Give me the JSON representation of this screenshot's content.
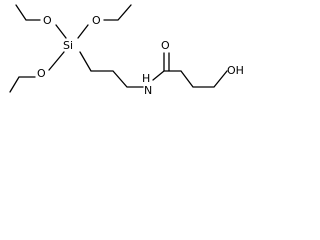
{
  "molecule": {
    "atoms": {
      "o_top_left": "O",
      "o_top_right": "O",
      "si": "Si",
      "o_bottom_left": "O",
      "nh": "H",
      "n": "N",
      "o_carbonyl": "O",
      "oh": "OH"
    }
  }
}
